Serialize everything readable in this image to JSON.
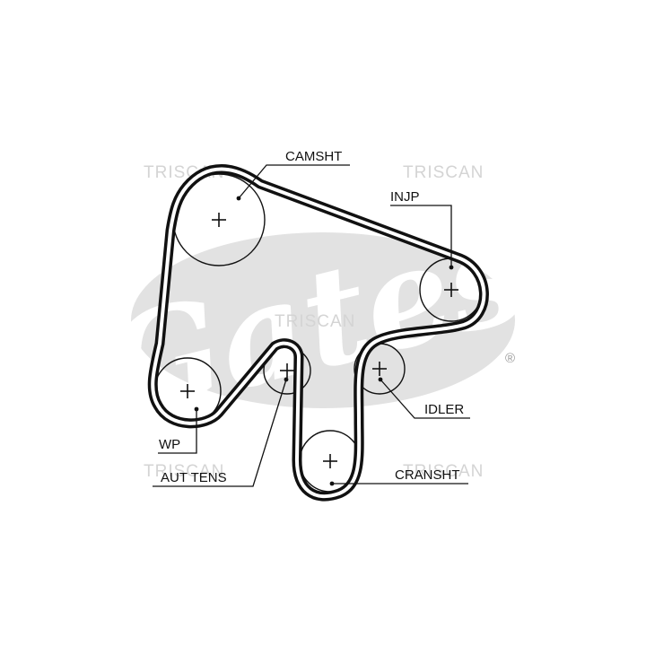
{
  "watermarks": {
    "top_left": "TRISCAN",
    "top_right": "TRISCAN",
    "center": "TRISCAN",
    "bottom_left": "TRISCAN",
    "bottom_right": "TRISCAN"
  },
  "logo": {
    "text": "Gates",
    "registered_mark": "®"
  },
  "labels": {
    "camshaft": "CAMSHT",
    "injection_pump": "INJP",
    "idler": "IDLER",
    "water_pump": "WP",
    "auto_tensioner": "AUT TENS",
    "crankshaft": "CRANSHT"
  },
  "colors": {
    "ink": "#111111",
    "logo": "#e2e2e2",
    "watermark": "#d4d4d4"
  }
}
